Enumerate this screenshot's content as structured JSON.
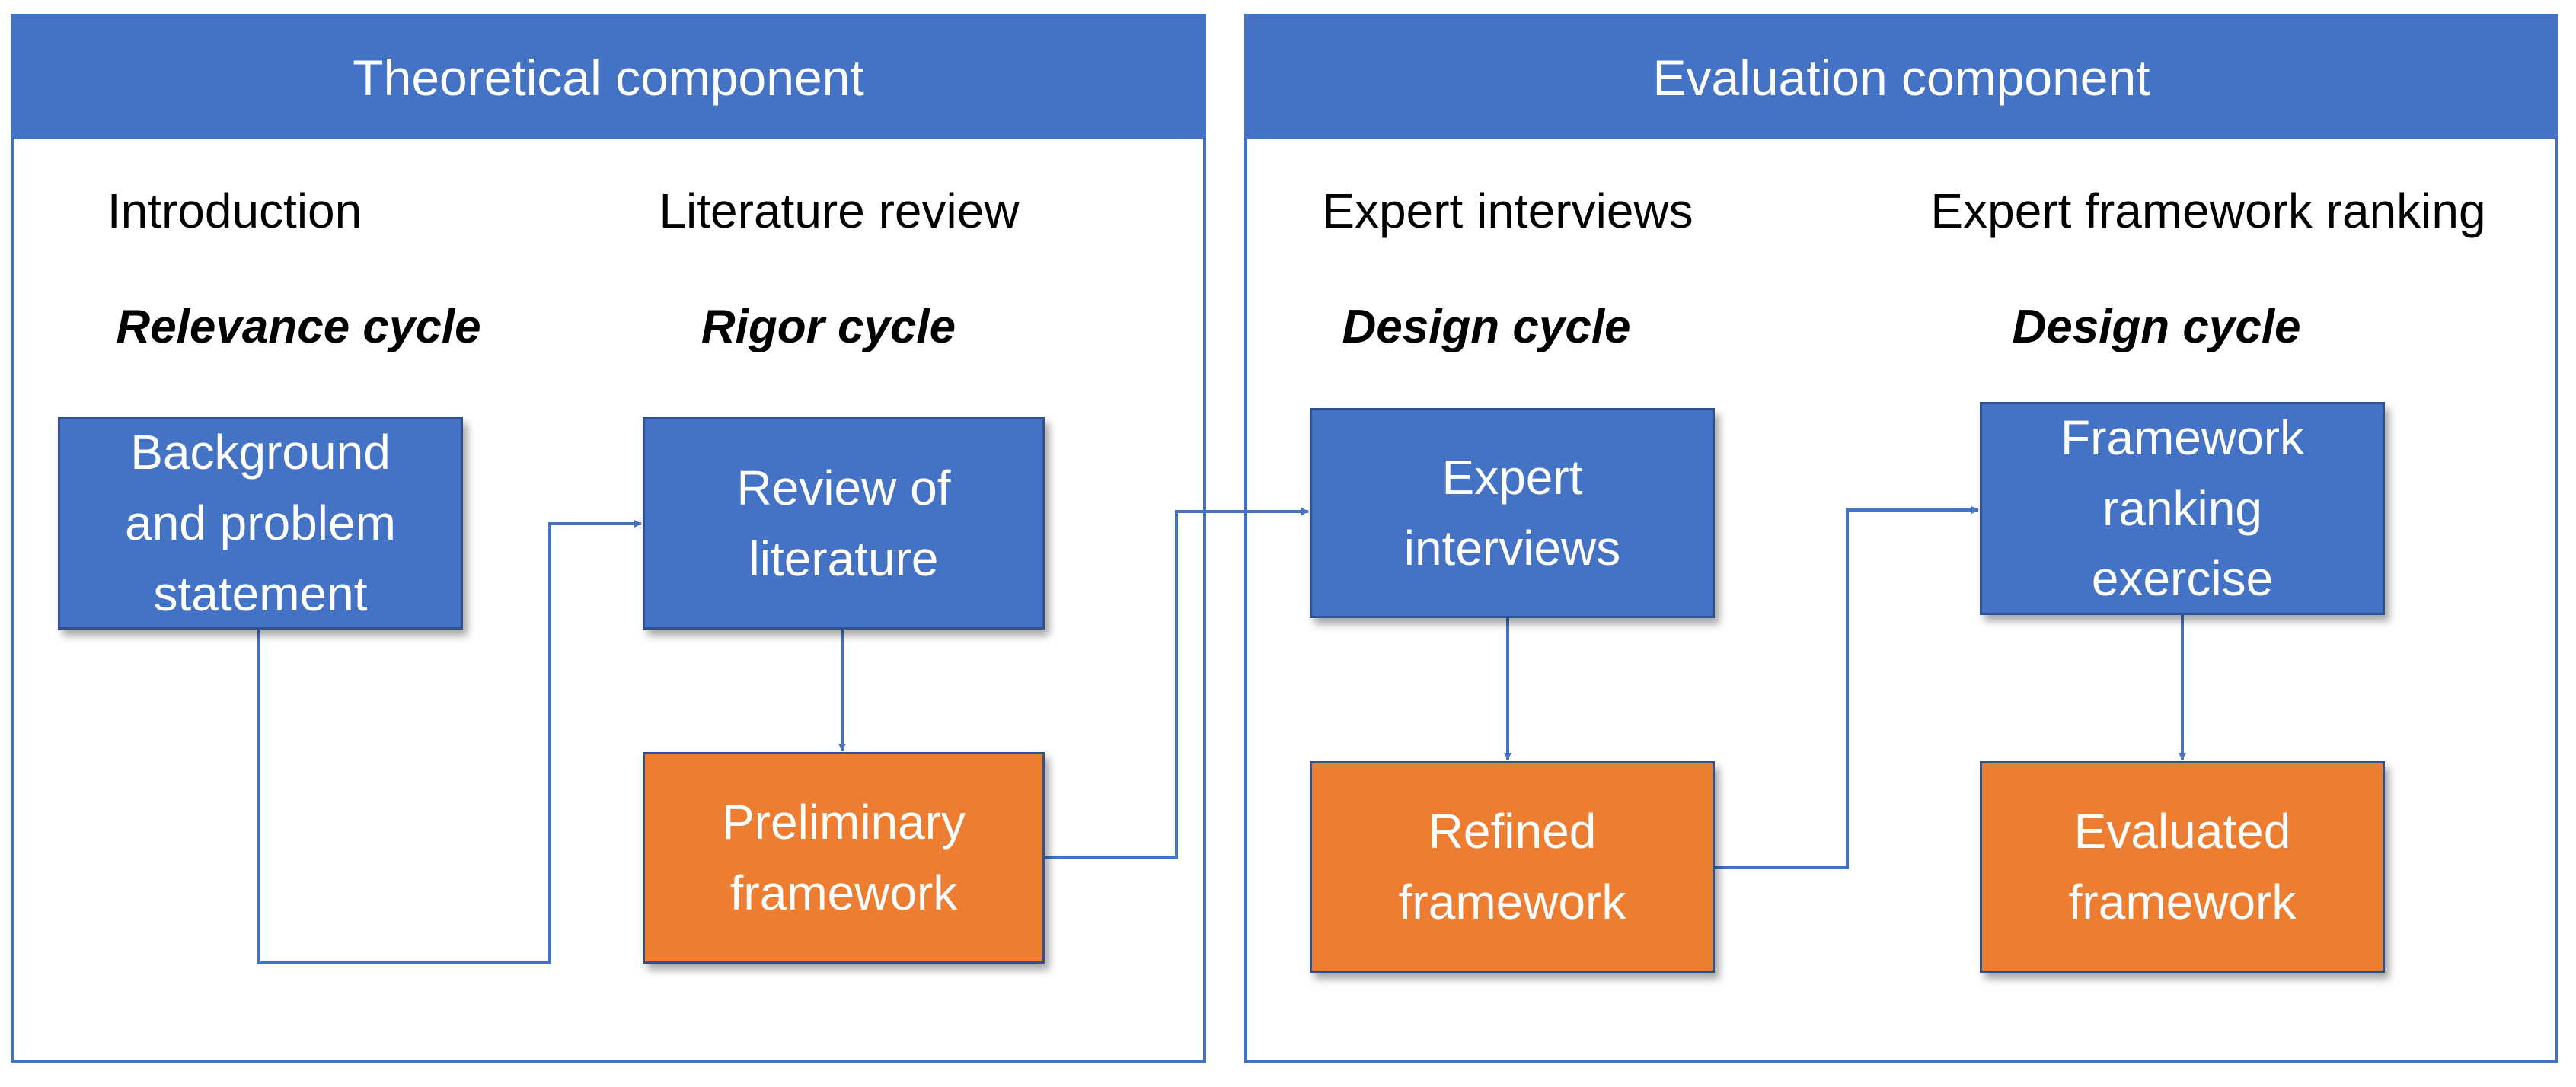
{
  "colors": {
    "header_blue": "#4472c4",
    "box_blue": "#4472c4",
    "box_orange": "#ed7d31",
    "connector": "#4472c4"
  },
  "theoretical": {
    "header": "Theoretical component",
    "stages": [
      {
        "title": "Introduction",
        "cycle": "Relevance cycle"
      },
      {
        "title": "Literature review",
        "cycle": "Rigor cycle"
      }
    ],
    "boxes": {
      "background": "Background\nand problem\nstatement",
      "review": "Review of\nliterature",
      "preliminary": "Preliminary\nframework"
    }
  },
  "evaluation": {
    "header": "Evaluation component",
    "stages": [
      {
        "title": "Expert interviews",
        "cycle": "Design cycle"
      },
      {
        "title": "Expert framework ranking",
        "cycle": "Design cycle"
      }
    ],
    "boxes": {
      "interviews": "Expert\ninterviews",
      "refined": "Refined\nframework",
      "ranking": "Framework\nranking\nexercise",
      "evaluated": "Evaluated\nframework"
    }
  }
}
